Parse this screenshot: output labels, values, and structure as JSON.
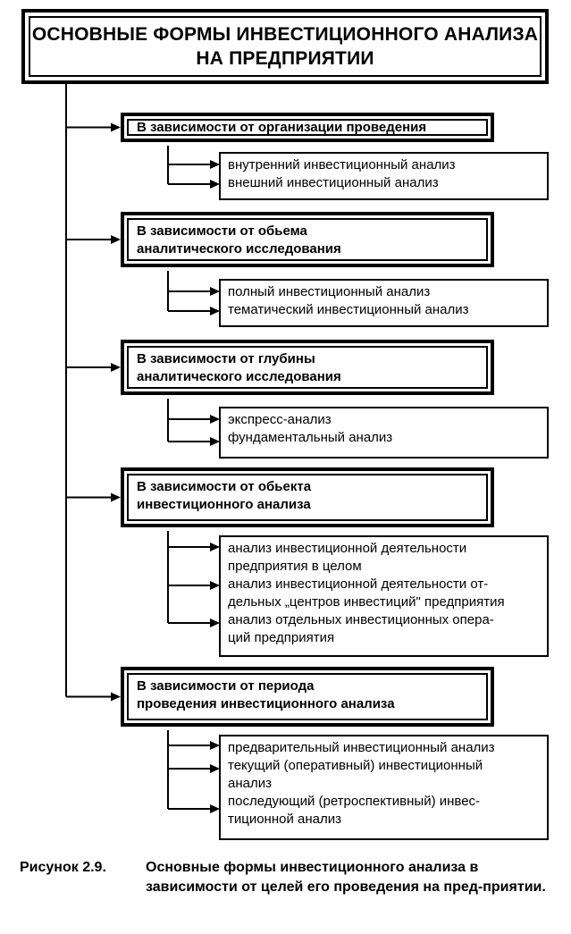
{
  "title": {
    "line1": "ОСНОВНЫЕ ФОРМЫ ИНВЕСТИЦИОННОГО АНАЛИЗА",
    "line2": "НА ПРЕДПРИЯТИИ"
  },
  "categories": [
    {
      "heading": [
        "В зависимости от организации проведения"
      ],
      "items": [
        [
          "внутренний инвестиционный анализ"
        ],
        [
          "внешний инвестиционный анализ"
        ]
      ]
    },
    {
      "heading": [
        "В зависимости от обьема",
        "аналитического исследования"
      ],
      "items": [
        [
          "полный инвестиционный анализ"
        ],
        [
          "тематический инвестиционный анализ"
        ]
      ]
    },
    {
      "heading": [
        "В зависимости от глубины",
        "аналитического исследования"
      ],
      "items": [
        [
          "экспресс-анализ"
        ],
        [
          "фундаментальный анализ"
        ]
      ]
    },
    {
      "heading": [
        "В зависимости от обьекта",
        "инвестиционного анализа"
      ],
      "items": [
        [
          "анализ инвестиционной деятельности",
          "предприятия в целом"
        ],
        [
          "анализ инвестиционной деятельности от-",
          "дельных „центров инвестиций\" предприятия"
        ],
        [
          "анализ отдельных инвестиционных опера-",
          "ций предприятия"
        ]
      ]
    },
    {
      "heading": [
        "В зависимости от периода",
        "проведения инвестиционного анализа"
      ],
      "items": [
        [
          "предварительный инвестиционный анализ"
        ],
        [
          "текущий (оперативный) инвестиционный",
          "анализ"
        ],
        [
          "последующий (ретроспективный) инвес-",
          "тиционной анализ"
        ]
      ]
    }
  ],
  "caption": {
    "label": "Рисунок 2.9.",
    "text": "Основные формы инвестиционного анализа в зависимости от целей его проведения на пред-приятии."
  }
}
